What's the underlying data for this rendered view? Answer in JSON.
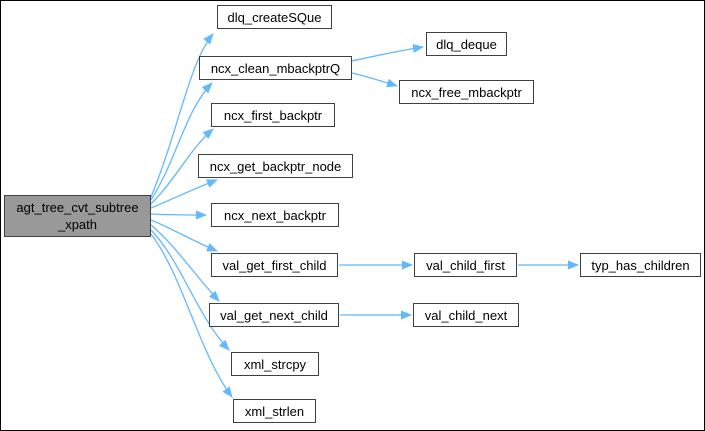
{
  "diagram": {
    "type": "call-graph",
    "colors": {
      "edge": "#63b8ff",
      "node_border": "#404040",
      "node_fill": "#ffffff",
      "root_fill": "#999999",
      "text": "#000000",
      "background": "#ffffff"
    },
    "root": {
      "id": "agt_tree_cvt_subtree_xpath",
      "line1": "agt_tree_cvt_subtree",
      "line2": "_xpath"
    },
    "nodes": {
      "dlq_createSQue": {
        "label": "dlq_createSQue"
      },
      "ncx_clean_mbackptrQ": {
        "label": "ncx_clean_mbackptrQ"
      },
      "dlq_deque": {
        "label": "dlq_deque"
      },
      "ncx_free_mbackptr": {
        "label": "ncx_free_mbackptr"
      },
      "ncx_first_backptr": {
        "label": "ncx_first_backptr"
      },
      "ncx_get_backptr_node": {
        "label": "ncx_get_backptr_node"
      },
      "ncx_next_backptr": {
        "label": "ncx_next_backptr"
      },
      "val_get_first_child": {
        "label": "val_get_first_child"
      },
      "val_child_first": {
        "label": "val_child_first"
      },
      "typ_has_children": {
        "label": "typ_has_children"
      },
      "val_get_next_child": {
        "label": "val_get_next_child"
      },
      "val_child_next": {
        "label": "val_child_next"
      },
      "xml_strcpy": {
        "label": "xml_strcpy"
      },
      "xml_strlen": {
        "label": "xml_strlen"
      }
    },
    "edges": [
      {
        "from": "agt_tree_cvt_subtree_xpath",
        "to": "dlq_createSQue"
      },
      {
        "from": "agt_tree_cvt_subtree_xpath",
        "to": "ncx_clean_mbackptrQ"
      },
      {
        "from": "agt_tree_cvt_subtree_xpath",
        "to": "ncx_first_backptr"
      },
      {
        "from": "agt_tree_cvt_subtree_xpath",
        "to": "ncx_get_backptr_node"
      },
      {
        "from": "agt_tree_cvt_subtree_xpath",
        "to": "ncx_next_backptr"
      },
      {
        "from": "agt_tree_cvt_subtree_xpath",
        "to": "val_get_first_child"
      },
      {
        "from": "agt_tree_cvt_subtree_xpath",
        "to": "val_get_next_child"
      },
      {
        "from": "agt_tree_cvt_subtree_xpath",
        "to": "xml_strcpy"
      },
      {
        "from": "agt_tree_cvt_subtree_xpath",
        "to": "xml_strlen"
      },
      {
        "from": "ncx_clean_mbackptrQ",
        "to": "dlq_deque"
      },
      {
        "from": "ncx_clean_mbackptrQ",
        "to": "ncx_free_mbackptr"
      },
      {
        "from": "val_get_first_child",
        "to": "val_child_first"
      },
      {
        "from": "val_child_first",
        "to": "typ_has_children"
      },
      {
        "from": "val_get_next_child",
        "to": "val_child_next"
      }
    ]
  }
}
